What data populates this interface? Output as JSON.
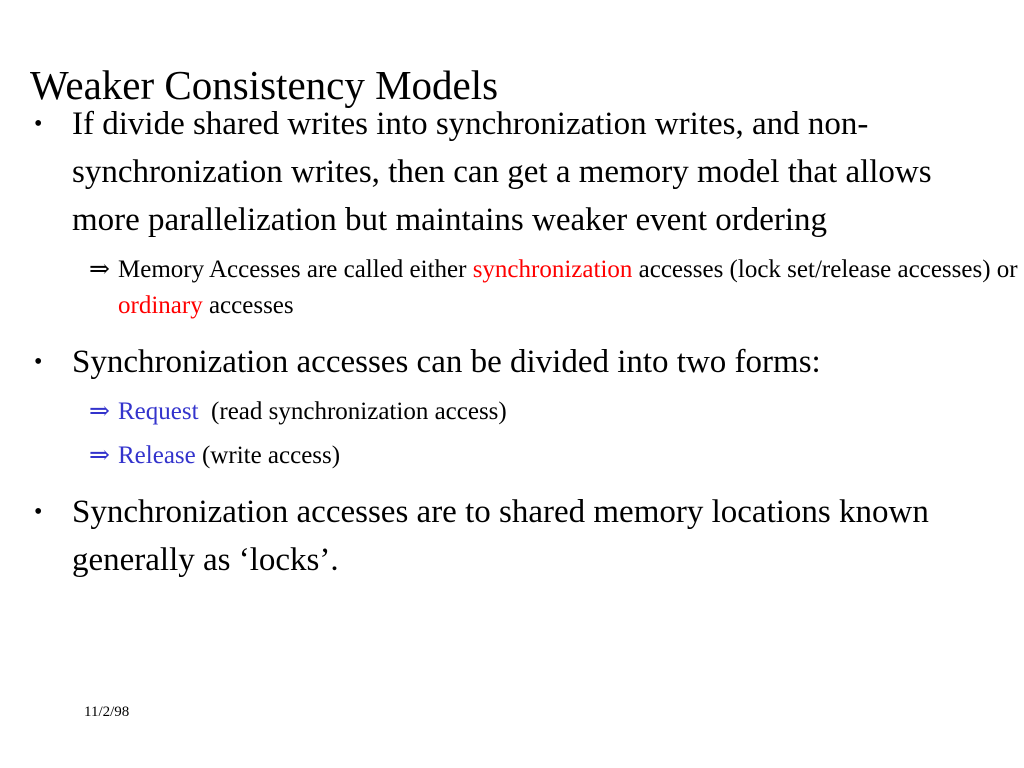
{
  "slide": {
    "title": "Weaker Consistency Models",
    "footer_date": "11/2/98",
    "colors": {
      "text": "#000000",
      "highlight_red": "#ff0000",
      "highlight_blue": "#3333cc",
      "background": "#ffffff"
    },
    "markers": {
      "level1": "•",
      "level2": "⇒"
    },
    "bullets": [
      {
        "level": 1,
        "text": "If divide shared writes into synchronization writes, and non-synchronization writes, then can get a memory model that allows more parallelization but maintains weaker event ordering"
      },
      {
        "level": 2,
        "color": "black",
        "segments": [
          {
            "text": "Memory Accesses are called either ",
            "color": "black"
          },
          {
            "text": "synchronization",
            "color": "red"
          },
          {
            "text": " accesses (lock set/release accesses) or ",
            "color": "black"
          },
          {
            "text": "ordinary",
            "color": "red"
          },
          {
            "text": " accesses",
            "color": "black"
          }
        ],
        "plain": "Memory Accesses are called either synchronization accesses (lock set/release accesses) or ordinary accesses"
      },
      {
        "level": 1,
        "text": "Synchronization accesses can be divided into two forms:"
      },
      {
        "level": 2,
        "color": "blue",
        "lead": "Request",
        "rest": "  (read synchronization access)",
        "plain": "Request  (read synchronization access)"
      },
      {
        "level": 2,
        "color": "blue",
        "lead": "Release",
        "rest": " (write access)",
        "plain": "Release (write access)"
      },
      {
        "level": 1,
        "text": "Synchronization accesses are to shared memory locations known generally as ‘locks’."
      }
    ]
  }
}
